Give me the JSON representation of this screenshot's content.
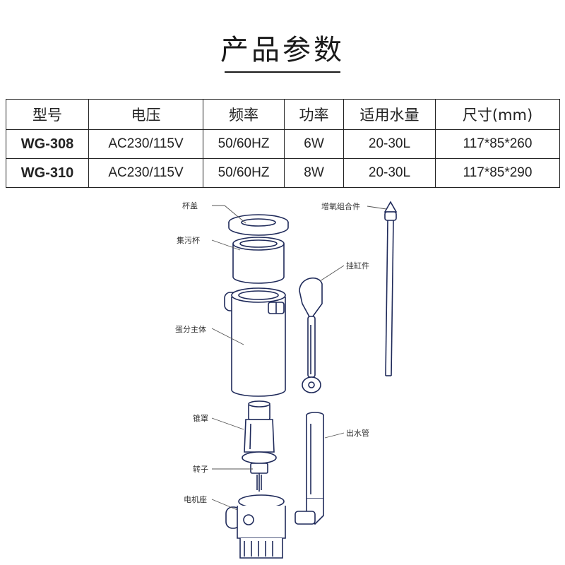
{
  "header": {
    "title": "产品参数"
  },
  "specs_table": {
    "columns": [
      "型号",
      "电压",
      "频率",
      "功率",
      "适用水量",
      "尺寸(mm)"
    ],
    "rows": [
      {
        "model": "WG-308",
        "voltage": "AC230/115V",
        "frequency": "50/60HZ",
        "power": "6W",
        "water_volume": "20-30L",
        "size": "117*85*260"
      },
      {
        "model": "WG-310",
        "voltage": "AC230/115V",
        "frequency": "50/60HZ",
        "power": "8W",
        "water_volume": "20-30L",
        "size": "117*85*290"
      }
    ]
  },
  "diagram": {
    "labels": {
      "cup_lid": "杯盖",
      "collection_cup": "集污杯",
      "skimmer_body": "蛋分主体",
      "cone_cover": "锥罩",
      "rotor": "转子",
      "motor_base": "电机座",
      "oxygen_assembly": "增氧组合件",
      "tank_hanger": "挂缸件",
      "outlet_pipe": "出水管"
    },
    "colors": {
      "line": "#1f2a5a",
      "body": "#ffffff"
    }
  }
}
